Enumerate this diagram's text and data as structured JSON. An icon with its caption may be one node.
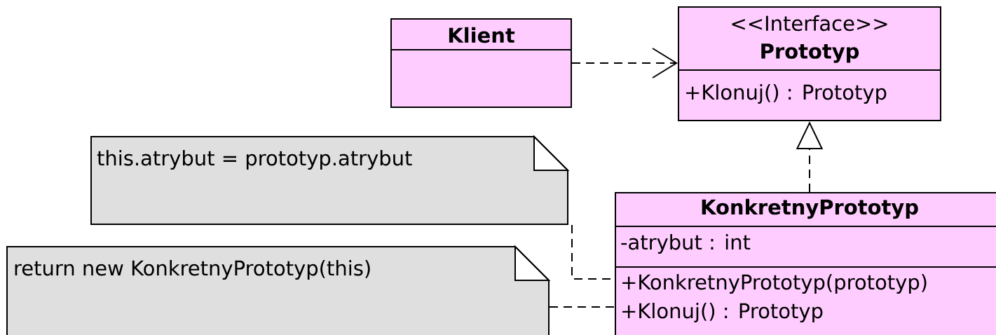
{
  "diagram": {
    "nodes": [
      {
        "text": [
          "Klient"
        ]
      },
      {
        "text": [
          "<<Interface>>",
          "Prototyp",
          "+Klonuj() : Prototyp"
        ]
      },
      {
        "text": [
          "this.atrybut = prototyp.atrybut"
        ]
      },
      {
        "text": [
          "KonkretnyPrototyp",
          "-atrybut : int",
          "+KonkretnyPrototyp(prototyp)",
          "+Klonuj() : Prototyp"
        ]
      },
      {
        "text": [
          "return new KonkretnyPrototyp(this)"
        ]
      }
    ],
    "edges": [
      {
        "from": 0,
        "to": 1,
        "arrow": "to",
        "style": "dashed"
      },
      {
        "from": 3,
        "to": 1,
        "arrow": "to",
        "style": "dashed"
      },
      {
        "from": 2,
        "to": 3,
        "arrow": "none",
        "style": "dashed"
      },
      {
        "from": 4,
        "to": 3,
        "arrow": "none",
        "style": "dashed"
      }
    ]
  }
}
